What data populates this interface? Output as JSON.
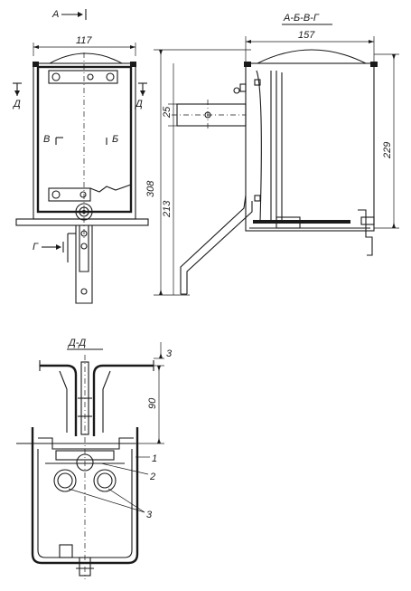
{
  "view_front": {
    "section_a_label": "А",
    "width_dim": "117",
    "section_d_left": "Д",
    "section_d_right": "Д",
    "section_v": "В",
    "section_b": "Б",
    "section_g": "Г"
  },
  "view_side": {
    "title": "А-Б-В-Г",
    "width_dim": "157",
    "dim_25": "25",
    "dim_308": "308",
    "dim_213": "213",
    "dim_229": "229"
  },
  "view_section": {
    "title": "Д-Д",
    "dim_3": "3",
    "dim_90": "90",
    "callout_1": "1",
    "callout_2": "2",
    "callout_3": "3"
  },
  "colors": {
    "ink": "#1a1a1a",
    "paper": "#ffffff"
  }
}
